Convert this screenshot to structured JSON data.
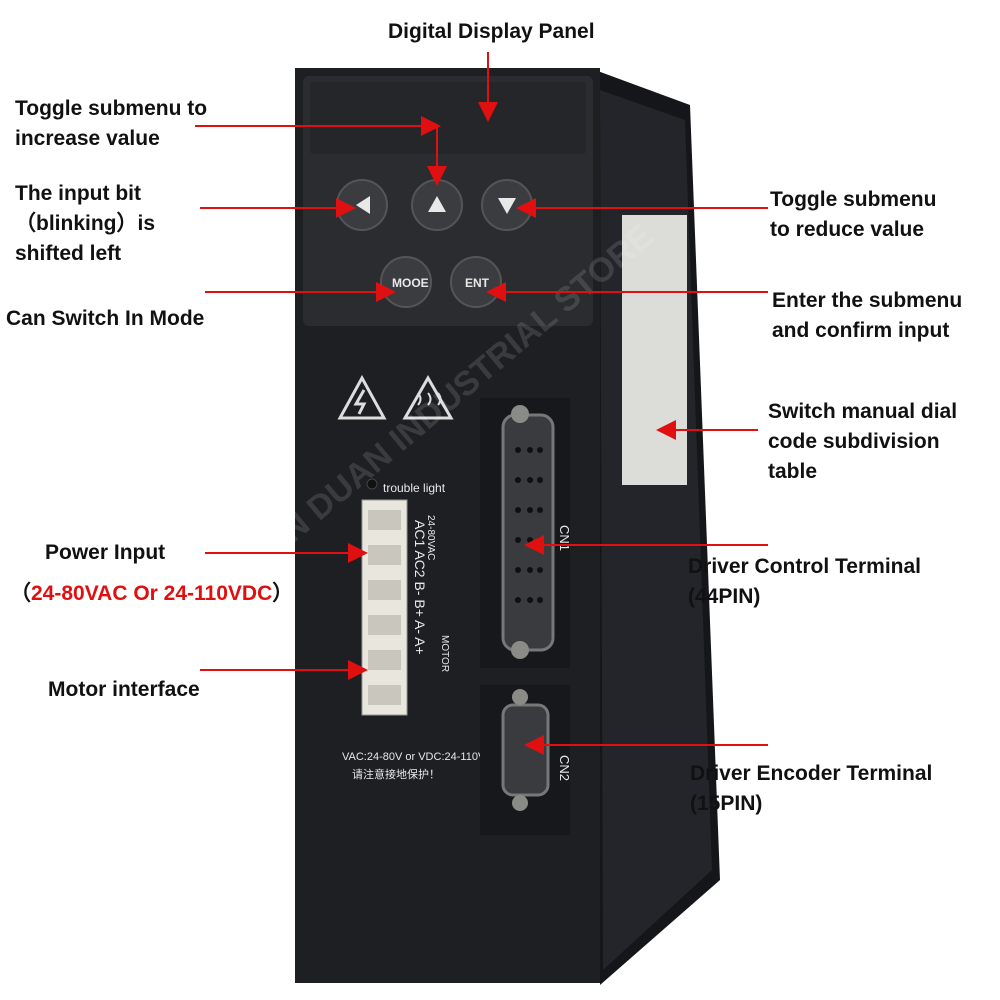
{
  "annotations": {
    "display_panel": "Digital Display Panel",
    "increase_1": "Toggle submenu to",
    "increase_2": "increase value",
    "shift_1": "The input bit",
    "shift_2": "（blinking）is",
    "shift_3": "shifted left",
    "mode": "Can Switch In Mode",
    "reduce_1": "Toggle submenu",
    "reduce_2": "to reduce value",
    "enter_1": "Enter the submenu",
    "enter_2": "and confirm input",
    "dial_1": "Switch manual dial",
    "dial_2": "code subdivision",
    "dial_3": "table",
    "power_1": "Power Input",
    "power_open": "（",
    "power_range": "24-80VAC Or 24-110VDC",
    "power_close": "）",
    "motor": "Motor interface",
    "control_1": "Driver Control Terminal",
    "control_2": "(44PIN)",
    "encoder_1": "Driver Encoder Terminal",
    "encoder_2": "(15PIN)"
  },
  "device": {
    "mode_button": "MOOE",
    "ent_button": "ENT",
    "trouble_light": "trouble light",
    "ac_range": "24-80VAC",
    "terminal_labels": [
      "AC1",
      "AC2",
      "B-",
      "B+",
      "A-",
      "A+"
    ],
    "motor_label": "MOTOR",
    "cn1": "CN1",
    "cn2": "CN2",
    "voltage_note": "VAC:24-80V or VDC:24-110V",
    "ground_note": "请注意接地保护！",
    "watermark": "YUN DUAN INDUSTRIAL STORE"
  },
  "colors": {
    "annotation_arrow": "#e01010",
    "power_range_text": "#e01010",
    "device_body": "#1e1f22"
  }
}
